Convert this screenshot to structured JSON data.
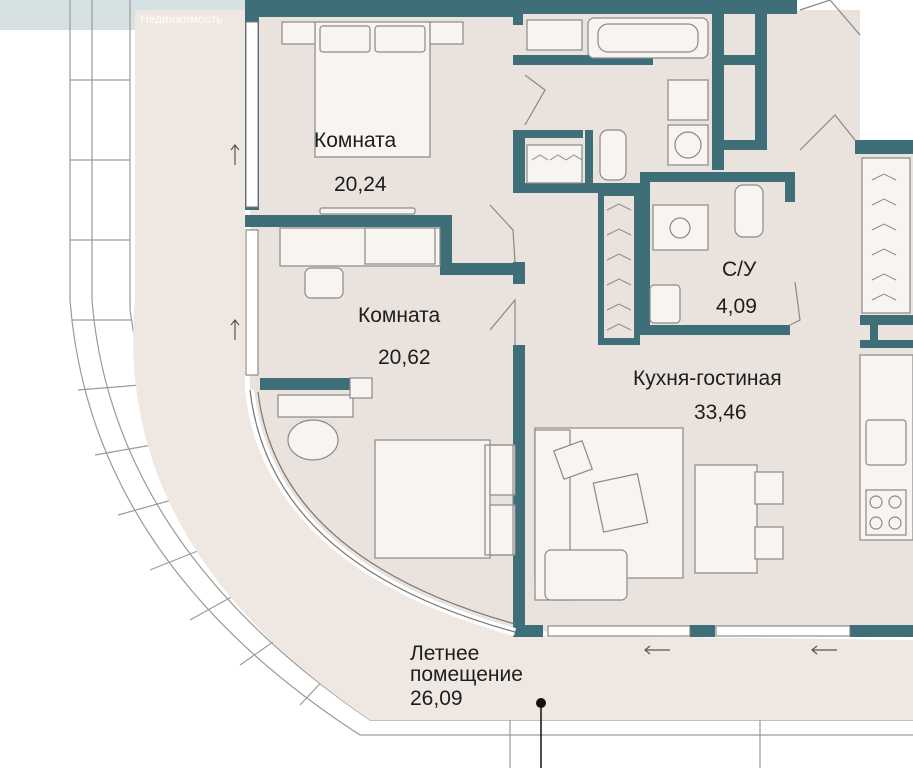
{
  "watermark": "Недвижимость",
  "colors": {
    "wall": "#3e6e78",
    "floor": "#eae2dc",
    "terrace": "#efe8e2",
    "furniture_fill": "#f7f4f1",
    "furniture_stroke": "#8a8a8a"
  },
  "rooms": [
    {
      "id": "room1",
      "name": "Комната",
      "area": "20,24"
    },
    {
      "id": "room2",
      "name": "Комната",
      "area": "20,62"
    },
    {
      "id": "bathroom",
      "name": "С/У",
      "area": "4,09"
    },
    {
      "id": "kitchen_living",
      "name": "Кухня-гостиная",
      "area": "33,46"
    },
    {
      "id": "summer_room",
      "name_line1": "Летнее",
      "name_line2": "помещение",
      "area": "26,09"
    }
  ]
}
